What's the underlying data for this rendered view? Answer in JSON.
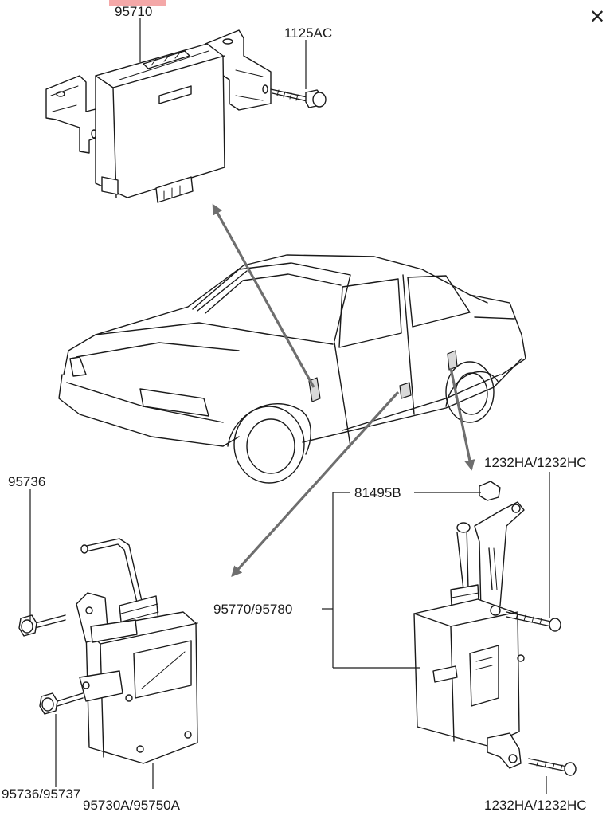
{
  "close_button": {
    "icon": "close-icon",
    "glyph": "✕"
  },
  "highlight": {
    "color": "#f4a8a8",
    "part": "95710"
  },
  "labels": {
    "p95710": "95710",
    "p1125ac": "1125AC",
    "p95736_top": "95736",
    "p81495b": "81495B",
    "p1232_top": "1232HA/1232HC",
    "p95770": "95770/95780",
    "p95736_95737": "95736/95737",
    "p95730a": "95730A/95750A",
    "p1232_bottom": "1232HA/1232HC"
  }
}
